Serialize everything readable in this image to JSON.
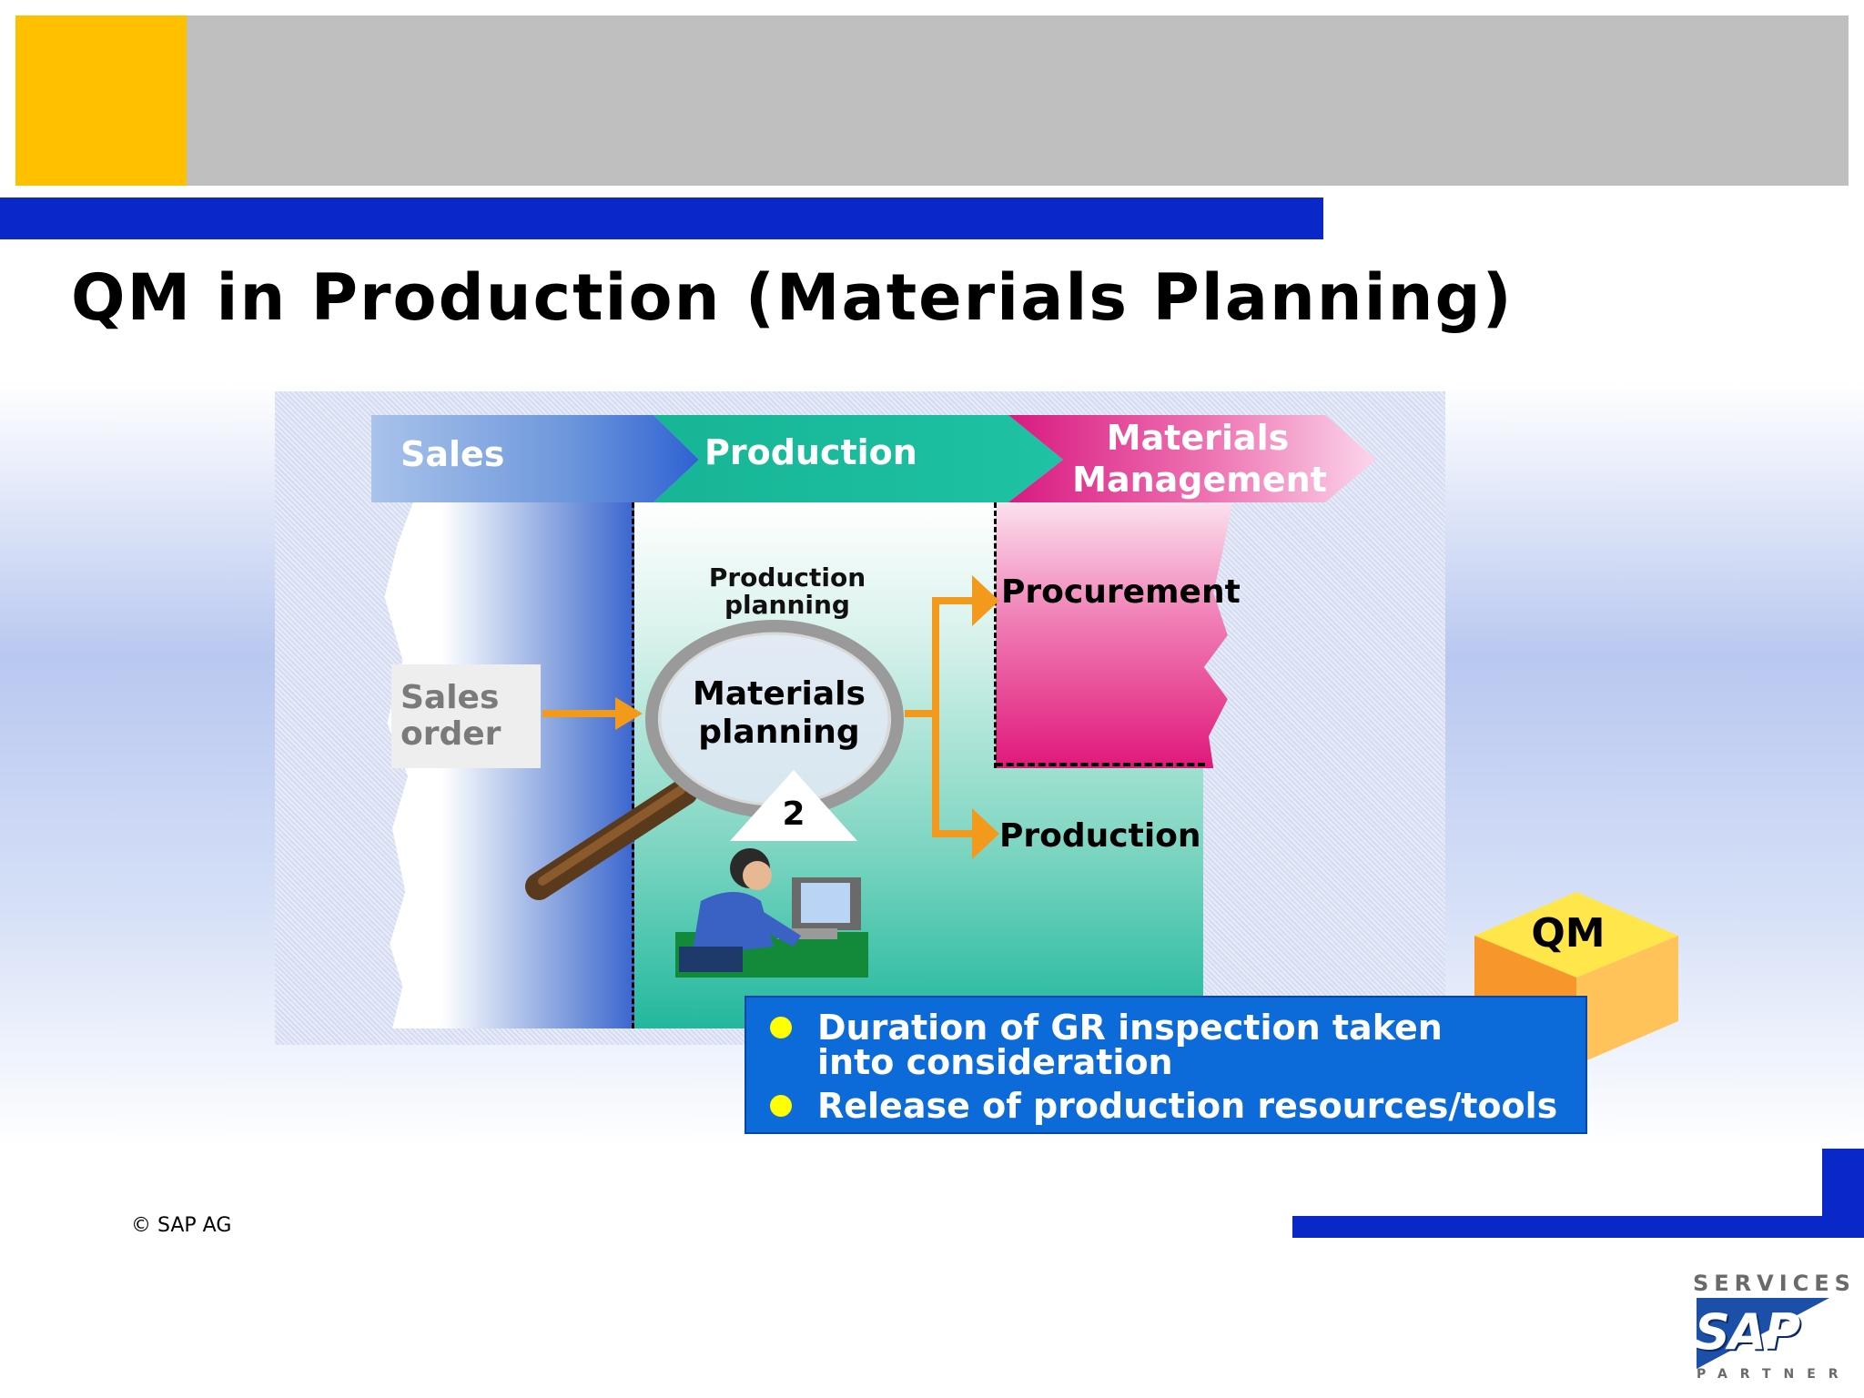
{
  "title": "QM in Production (Materials Planning)",
  "diagram": {
    "stages": [
      "Sales",
      "Production",
      "Materials",
      "Management"
    ],
    "sales_order": [
      "Sales",
      "order"
    ],
    "production_planning": [
      "Production",
      "planning"
    ],
    "materials_planning": [
      "Materials",
      "planning"
    ],
    "step_number": "2",
    "procurement": "Procurement",
    "production": "Production"
  },
  "info_box": {
    "bullets": [
      [
        "Duration of GR inspection taken",
        "into consideration"
      ],
      [
        "Release of production resources/tools"
      ]
    ]
  },
  "qm_cube_label": "QM",
  "footer": {
    "copyright": "© SAP AG",
    "logo_services": "SERVICES",
    "logo_sap": "SAP",
    "logo_partner": "PARTNER"
  },
  "colors": {
    "accent_yellow": "#ffc000",
    "header_grey": "#bfbfbf",
    "brand_blue": "#0a28c8",
    "production_teal": "#22b89e",
    "materials_pink": "#e0187a",
    "arrow_orange": "#f39a1c",
    "info_blue": "#0c6bd8"
  }
}
